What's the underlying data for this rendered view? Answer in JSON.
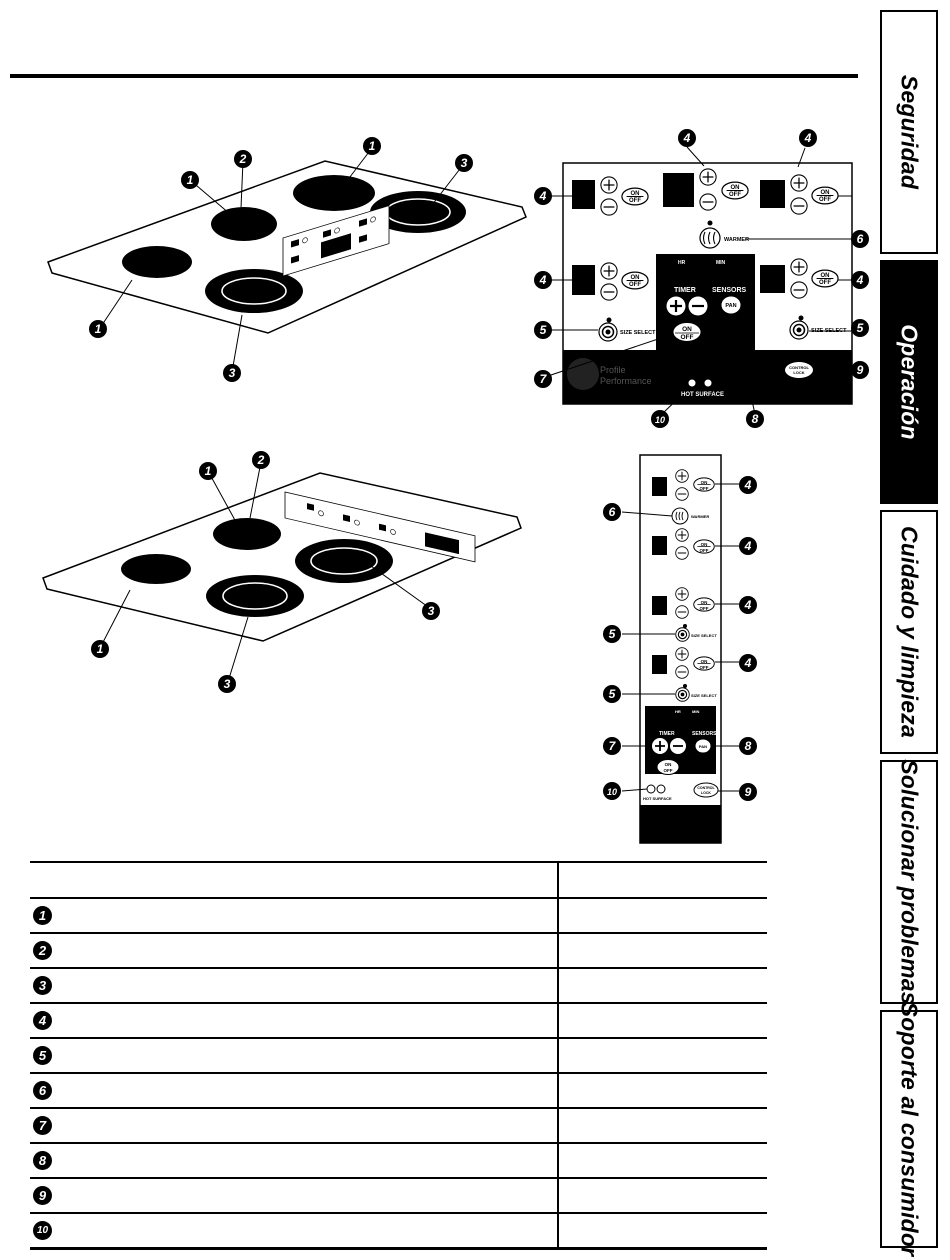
{
  "sidebar": {
    "tabs": [
      {
        "label": "Seguridad",
        "active": false
      },
      {
        "label": "Operación",
        "active": true
      },
      {
        "label": "Cuidado y limpieza",
        "active": false
      },
      {
        "label": "Solucionar problemas",
        "active": false
      },
      {
        "label": "Soporte al consumidor",
        "active": false
      }
    ]
  },
  "panel_labels": {
    "on": "ON",
    "off": "OFF",
    "warmer": "WARMER",
    "hr": "HR",
    "min": "MIN",
    "timer": "TIMER",
    "sensors": "SENSORS",
    "pan": "PAN",
    "size_select": "SIZE SELECT",
    "control": "CONTROL",
    "lock": "LOCK",
    "hot_surface": "HOT SURFACE",
    "brand_1": "Profile",
    "brand_2": "Performance"
  },
  "callouts": [
    "1",
    "2",
    "3",
    "4",
    "5",
    "6",
    "7",
    "8",
    "9",
    "10"
  ],
  "table": {
    "headers": [
      "",
      ""
    ],
    "rows": [
      {
        "num": "1",
        "feature": "",
        "page": ""
      },
      {
        "num": "2",
        "feature": "",
        "page": ""
      },
      {
        "num": "3",
        "feature": "",
        "page": ""
      },
      {
        "num": "4",
        "feature": "",
        "page": ""
      },
      {
        "num": "5",
        "feature": "",
        "page": ""
      },
      {
        "num": "6",
        "feature": "",
        "page": ""
      },
      {
        "num": "7",
        "feature": "",
        "page": ""
      },
      {
        "num": "8",
        "feature": "",
        "page": ""
      },
      {
        "num": "9",
        "feature": "",
        "page": ""
      },
      {
        "num": "10",
        "feature": "",
        "page": ""
      }
    ]
  }
}
